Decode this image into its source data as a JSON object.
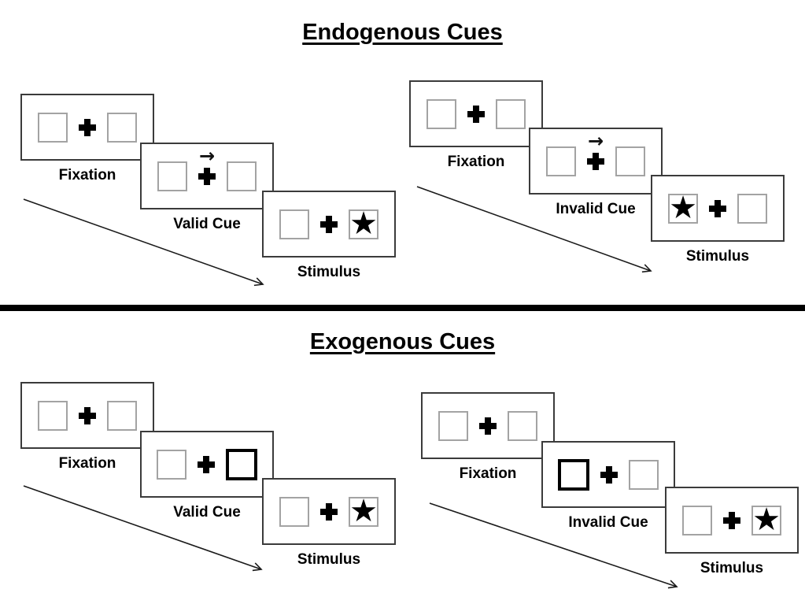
{
  "canvas": {
    "background": "#ffffff",
    "divider_color": "#000000"
  },
  "glyphs": {
    "star": "★",
    "cue_arrow": "→"
  },
  "sections": [
    {
      "title": "Endogenous Cues",
      "sequences": [
        {
          "name": "valid",
          "panels": [
            {
              "label": "Fixation",
              "left_box": "empty",
              "right_box": "empty",
              "central_cue": "none"
            },
            {
              "label": "Valid Cue",
              "left_box": "empty",
              "right_box": "empty",
              "central_cue": "arrow-right"
            },
            {
              "label": "Stimulus",
              "left_box": "empty",
              "right_box": "star",
              "central_cue": "none"
            }
          ]
        },
        {
          "name": "invalid",
          "panels": [
            {
              "label": "Fixation",
              "left_box": "empty",
              "right_box": "empty",
              "central_cue": "none"
            },
            {
              "label": "Invalid Cue",
              "left_box": "empty",
              "right_box": "empty",
              "central_cue": "arrow-right"
            },
            {
              "label": "Stimulus",
              "left_box": "star",
              "right_box": "empty",
              "central_cue": "none"
            }
          ]
        }
      ]
    },
    {
      "title": "Exogenous Cues",
      "sequences": [
        {
          "name": "valid",
          "panels": [
            {
              "label": "Fixation",
              "left_box": "empty",
              "right_box": "empty",
              "central_cue": "none"
            },
            {
              "label": "Valid Cue",
              "left_box": "empty",
              "right_box": "highlighted-box",
              "central_cue": "none"
            },
            {
              "label": "Stimulus",
              "left_box": "empty",
              "right_box": "star",
              "central_cue": "none"
            }
          ]
        },
        {
          "name": "invalid",
          "panels": [
            {
              "label": "Fixation",
              "left_box": "empty",
              "right_box": "empty",
              "central_cue": "none"
            },
            {
              "label": "Invalid Cue",
              "left_box": "highlighted-box",
              "right_box": "empty",
              "central_cue": "none"
            },
            {
              "label": "Stimulus",
              "left_box": "empty",
              "right_box": "star",
              "central_cue": "none"
            }
          ]
        }
      ]
    }
  ]
}
